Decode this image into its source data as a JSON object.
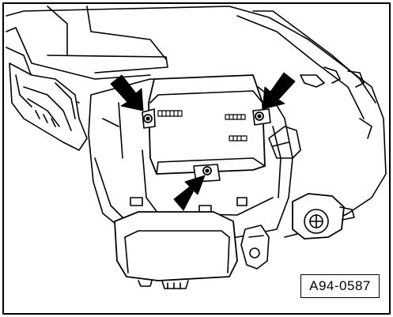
{
  "figure": {
    "reference_code": "A94-0587",
    "colors": {
      "line": "#000000",
      "fill": "#ffffff",
      "shade": "#e6e6e6"
    },
    "arrows": [
      {
        "id": "arrow-top-left",
        "points_to": "screw-top-left"
      },
      {
        "id": "arrow-top-right",
        "points_to": "screw-top-right"
      },
      {
        "id": "arrow-bottom",
        "points_to": "screw-bottom"
      }
    ]
  }
}
